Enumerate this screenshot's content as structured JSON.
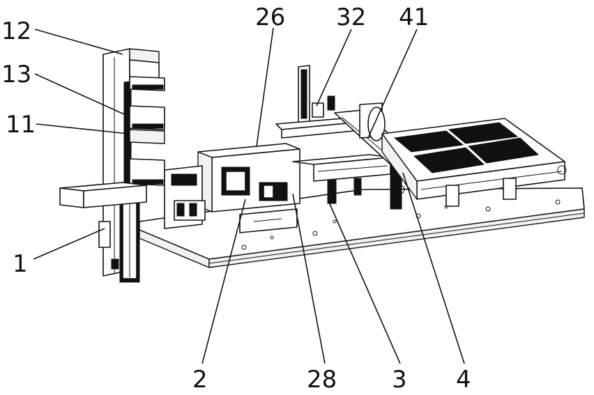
{
  "figure": {
    "labels": {
      "l12": "12",
      "l13": "13",
      "l11": "11",
      "l1": "1",
      "l26": "26",
      "l32": "32",
      "l41": "41",
      "l2": "2",
      "l28": "28",
      "l3": "3",
      "l4": "4"
    }
  }
}
